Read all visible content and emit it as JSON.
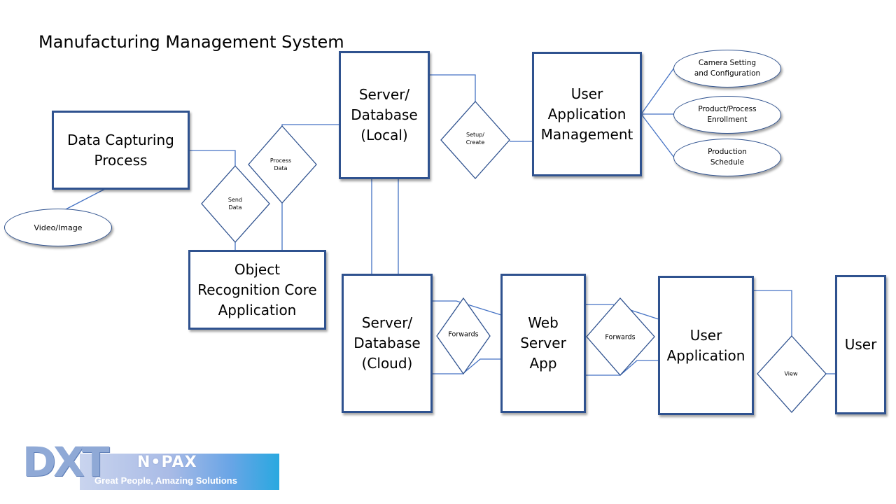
{
  "title": "Manufacturing Management System",
  "nodes": {
    "data_capturing": "Data Capturing\nProcess",
    "object_recognition": "Object\nRecognition Core\nApplication",
    "server_local": "Server/\nDatabase\n(Local)",
    "server_cloud": "Server/\nDatabase\n(Cloud)",
    "user_app_mgmt": "User\nApplication\nManagement",
    "web_server": "Web\nServer\nApp",
    "user_application": "User\nApplication",
    "user": "User"
  },
  "ellipses": {
    "video_image": "Video/Image",
    "camera_setting": "Camera Setting\nand Configuration",
    "product_enrollment": "Product/Process\nEnrollment",
    "production_schedule": "Production\nSchedule"
  },
  "relations": {
    "send_data": "Send\nData",
    "process_data": "Process\nData",
    "setup_create": "Setup/\nCreate",
    "forwards_1": "Forwards",
    "forwards_2": "Forwards",
    "view": "View"
  },
  "logo": {
    "mark": "DXT",
    "brand": "N•PAX",
    "tagline": "Great People, Amazing Solutions"
  },
  "colors": {
    "stroke": "#2f528f",
    "line": "#4472c4"
  }
}
